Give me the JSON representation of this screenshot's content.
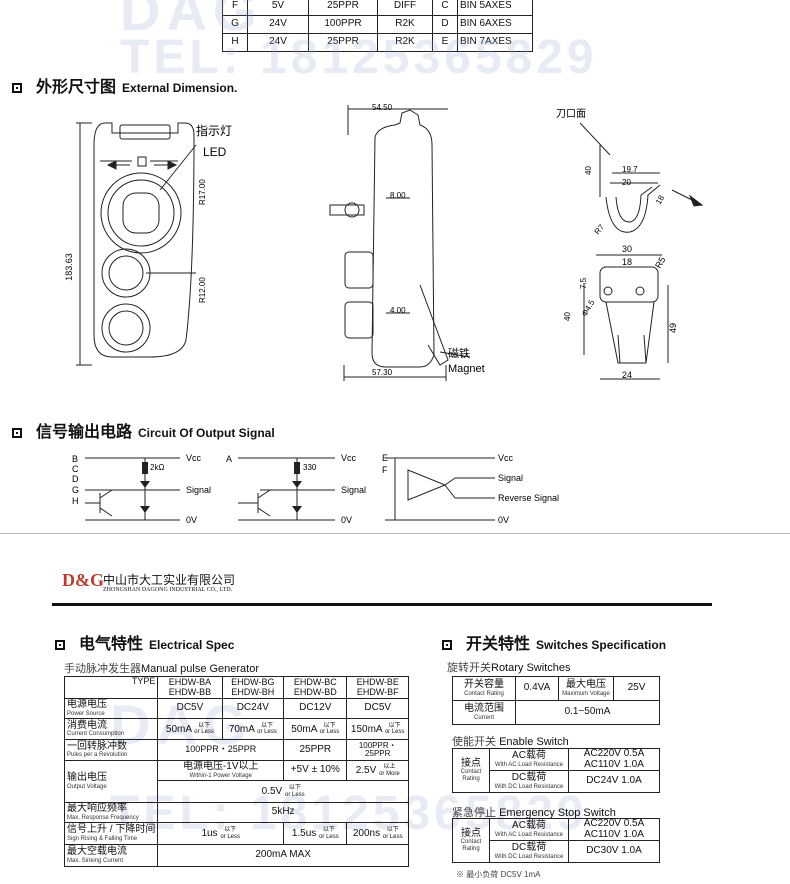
{
  "top_table": {
    "rows": [
      [
        "F",
        "5V",
        "25PPR",
        "DIFF",
        "C",
        "BIN 5AXES"
      ],
      [
        "G",
        "24V",
        "100PPR",
        "R2K",
        "D",
        "BIN 6AXES"
      ],
      [
        "H",
        "24V",
        "25PPR",
        "R2K",
        "E",
        "BIN 7AXES"
      ]
    ]
  },
  "watermark": {
    "brand": "DAG",
    "tel": "TEL: 18125365829"
  },
  "dim": {
    "title_cn": "外形尺寸图",
    "title_en": "External Dimension.",
    "indicator_cn": "指示灯",
    "indicator_en": "LED",
    "height": "183.63",
    "r1": "R17.00",
    "r2": "R12.00",
    "width_top": "54.50",
    "d8": "8.00",
    "d4": "4.00",
    "width_bottom": "57.30",
    "magnet_cn": "磁铁",
    "magnet_en": "Magnet",
    "blade_label": "刀口面",
    "h40a": "40",
    "w19": "19.7",
    "w20": "20",
    "w18a": "18",
    "r7": "R7",
    "w30": "30",
    "w18b": "18",
    "r5": "R5",
    "h75": "7.5",
    "h40b": "40",
    "d45": "Φ4.5",
    "h49": "49",
    "w24": "24"
  },
  "circuit": {
    "title_cn": "信号输出电路",
    "title_en": "Circuit Of Output Signal",
    "c1_letters": [
      "B",
      "C",
      "D",
      "G",
      "H"
    ],
    "c1_res": "2kΩ",
    "c2_letter": "A",
    "c2_res": "330",
    "c3_letters": [
      "E",
      "F"
    ],
    "vcc": "Vcc",
    "signal": "Signal",
    "reverse": "Reverse Signal",
    "zero": "0V"
  },
  "company": {
    "logo": "D&G",
    "name_cn": "中山市大工实业有限公司",
    "name_en": "ZHONGSHAN DAGONG INDUSTRIAL CO., LTD."
  },
  "elec": {
    "title_cn": "电气特性",
    "title_en": "Electrical Spec",
    "subtitle_cn": "手动脉冲发生器",
    "subtitle_en": "Manual pulse Generator",
    "type_label": "TYPE",
    "cols": [
      "EHDW-BA\nEHDW-BB",
      "EHDW-BG\nEHDW-BH",
      "EHDW-BC\nEHDW-BD",
      "EHDW-BE\nEHDW-BF"
    ],
    "ps_cn": "电源电压",
    "ps_en": "Power Source",
    "ps": [
      "DC5V",
      "DC24V",
      "DC12V",
      "DC5V"
    ],
    "cc_cn": "消费电流",
    "cc_en": "Current Consumption",
    "cc": [
      "50mA",
      "70mA",
      "50mA",
      "150mA"
    ],
    "orless_cn": "以下",
    "orless_en": "or Less",
    "ppr_cn": "一回转脉冲数",
    "ppr_en": "Pules per a Revolution",
    "ppr": [
      "100PPR・25PPR",
      "25PPR",
      "100PPR・25PPR"
    ],
    "ov_cn": "输出电压",
    "ov_en": "Output Voltage",
    "ov_h_cn": "电源电压-1V以上",
    "ov_h_en": "Within-1 Power Voltage",
    "ov_h2": "+5V ± 10%",
    "ov_h3": "2.5V",
    "ormore_cn": "以上",
    "ormore_en": "or More",
    "ov_l": "0.5V",
    "mf_cn": "最大响应频率",
    "mf_en": "Max. Response Frequency",
    "mf": "5kHz",
    "rt_cn": "信号上升 / 下降时间",
    "rt_en": "Sign Rising & Falling Time",
    "rt": [
      "1us",
      "1.5us",
      "200ns"
    ],
    "ms_cn": "最大空载电流",
    "ms_en": "Max. Sinking Current",
    "ms": "200mA MAX"
  },
  "sw": {
    "title_cn": "开关特性",
    "title_en": "Switches Specification",
    "rot_cn": "旋转开关",
    "rot_en": "Rotary Switches",
    "cr_cn": "开关容量",
    "cr_en": "Contact Rating",
    "cr": "0.4VA",
    "mv_cn": "最大电压",
    "mv_en": "Maximum Voltage",
    "mv": "25V",
    "cur_cn": "电流范围",
    "cur_en": "Current",
    "cur": "0.1~50mA",
    "en_cn": "使能开关",
    "en_en": "Enable Switch",
    "contact_cn": "接点",
    "contact_en1": "Contact",
    "contact_en2": "Rating",
    "ac_cn": "AC载荷",
    "ac_en": "With AC Load Resistance",
    "dc_cn": "DC载荷",
    "dc_en": "With DC Load Resistance",
    "en_ac": "AC220V 0.5A\nAC110V 1.0A",
    "en_dc": "DC24V 1.0A",
    "es_cn": "紧急停止",
    "es_en": "Emergency Stop Switch",
    "es_ac": "AC220V 0.5A\nAC110V 1.0A",
    "es_dc": "DC30V 1.0A",
    "note": "※ 最小负荷 DC5V 1mA"
  }
}
